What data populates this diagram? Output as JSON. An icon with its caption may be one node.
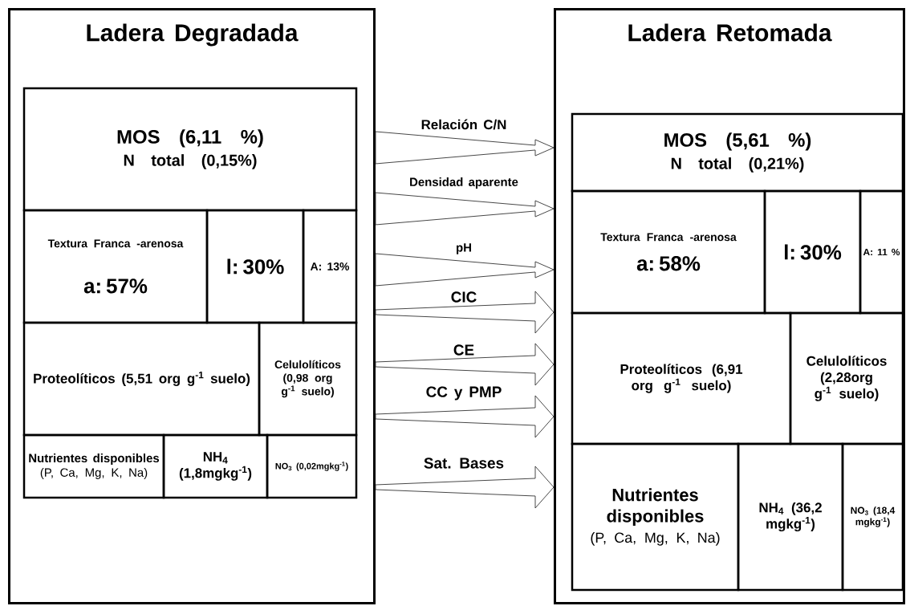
{
  "diagram": {
    "nodes": [
      {
        "text": [
          "Ladera Degradada"
        ]
      },
      {
        "text": [
          "MOS (6,11 %)",
          "N total (0,15%)"
        ],
        "in": 0
      },
      {
        "text": [
          "Textura Franca -arenosa",
          "a: 57%"
        ],
        "in": 0
      },
      {
        "text": [
          "l: 30%"
        ],
        "in": 0
      },
      {
        "text": [
          "A: 13%"
        ],
        "in": 0
      },
      {
        "text": [
          "Proteolíticos (5,51 org g$^{-1}$ suelo)"
        ],
        "in": 0
      },
      {
        "text": [
          "Celulolíticos (0,98 org g$^{-1}$ suelo)"
        ],
        "in": 0
      },
      {
        "text": [
          "Nutrientes disponibles",
          "(P, Ca, Mg, K, Na)"
        ],
        "in": 0
      },
      {
        "text": [
          "NH$_{4}$ (1,8mgkg$^{-1}$)"
        ],
        "in": 0
      },
      {
        "text": [
          "NO$_{3}$ (0,02mgkg$^{-1}$)"
        ],
        "in": 0
      },
      {
        "text": [
          "Ladera Retomada"
        ]
      },
      {
        "text": [
          "MOS (5,61 %)",
          "N total (0,21%)"
        ],
        "in": 10
      },
      {
        "text": [
          "Textura Franca -arenosa",
          "a: 58%"
        ],
        "in": 10
      },
      {
        "text": [
          "l: 30%"
        ],
        "in": 10
      },
      {
        "text": [
          "A: 11 %"
        ],
        "in": 10
      },
      {
        "text": [
          "Proteolíticos (6,91 org g$^{-1}$ suelo)"
        ],
        "in": 10
      },
      {
        "text": [
          "Celulolíticos (2,28org g$^{-1}$ suelo)"
        ],
        "in": 10
      },
      {
        "text": [
          "Nutrientes disponibles",
          "(P, Ca, Mg, K, Na)"
        ],
        "in": 10
      },
      {
        "text": [
          "NH$_{4}$ (36,2 mgkg$^{-1}$)"
        ],
        "in": 10
      },
      {
        "text": [
          "NO$_{3}$ (18,4 mgkg$^{-1}$)"
        ],
        "in": 10
      }
    ],
    "edges": [
      {
        "from": 0,
        "to": 10,
        "arrow": "to",
        "label": "Relación C/N"
      },
      {
        "from": 0,
        "to": 10,
        "arrow": "to",
        "label": "Densidad aparente"
      },
      {
        "from": 0,
        "to": 10,
        "arrow": "to",
        "label": "pH"
      },
      {
        "from": 0,
        "to": 10,
        "arrow": "to",
        "label": "CIC"
      },
      {
        "from": 0,
        "to": 10,
        "arrow": "to",
        "label": "CE"
      },
      {
        "from": 0,
        "to": 10,
        "arrow": "to",
        "label": "CC y PMP"
      },
      {
        "from": 0,
        "to": 10,
        "arrow": "to",
        "label": "Sat. Bases"
      }
    ]
  }
}
